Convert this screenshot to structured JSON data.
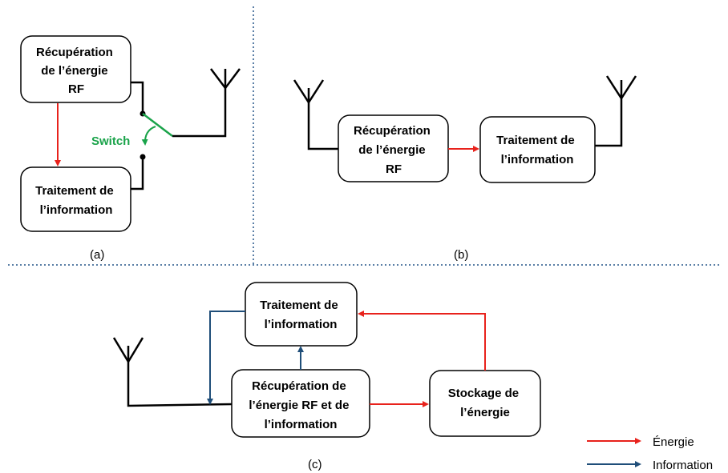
{
  "colors": {
    "energy": "#e8221c",
    "information": "#1f4e79",
    "switch": "#1aa34a",
    "divider": "#5b7fa6",
    "line": "#000000"
  },
  "panel_a": {
    "caption": "(a)",
    "harvest_box": [
      "Récupération",
      "de l’énergie",
      "RF"
    ],
    "info_box": [
      "Traitement de",
      "l’information"
    ],
    "switch_label": "Switch"
  },
  "panel_b": {
    "caption": "(b)",
    "harvest_box": [
      "Récupération",
      "de l’énergie",
      "RF"
    ],
    "info_box": [
      "Traitement de",
      "l’information"
    ]
  },
  "panel_c": {
    "caption": "(c)",
    "info_box": [
      "Traitement de",
      "l’information"
    ],
    "harvest_box": [
      "Récupération de",
      "l’énergie RF et de",
      "l’information"
    ],
    "storage_box": [
      "Stockage de",
      "l’énergie"
    ]
  },
  "legend": {
    "energy_label": "Énergie",
    "information_label": "Information"
  }
}
